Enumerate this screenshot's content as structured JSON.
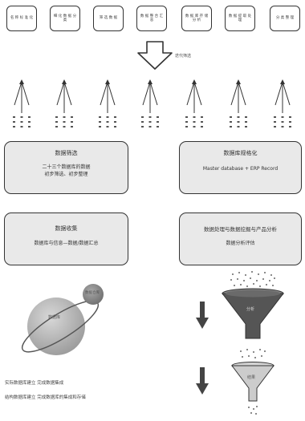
{
  "top_boxes": [
    {
      "label": "名 称 标 准 化"
    },
    {
      "label": "细 化 数 据 分 类"
    },
    {
      "label": "筛 选 数 据"
    },
    {
      "label": "数 据 整 合 汇 总"
    },
    {
      "label": "数 据 库 存 储 分 析"
    },
    {
      "label": "数 据 提 取 处 理"
    },
    {
      "label": "分 类 整 理"
    }
  ],
  "arrow_label": "迭代筛选",
  "tree_leaf_text": "子 子 子 子 子 子 子 子 子",
  "boxes": {
    "left_top": {
      "title": "数据筛选",
      "line1": "二十三个数据库的数据",
      "line2": "初步筛选、初步整理"
    },
    "right_top": {
      "title": "数据库规格化",
      "line1": "Master database + ERP Record"
    },
    "left_bottom": {
      "title": "数据收集",
      "line1": "数据库与信息—数据/数据汇总"
    },
    "right_bottom": {
      "title": "数据处理与数据挖掘与产品分析",
      "line1": "数据分析评估"
    }
  },
  "planet": {
    "big_label": "数据库",
    "small_label": "数据仓库"
  },
  "legend": {
    "line1": "实际数据库建立 完成数据集成",
    "line2": "结构数据库建立 完成数据库的集成和存储"
  },
  "funnel": {
    "top_label": "分析",
    "bottom_label": "结果"
  },
  "colors": {
    "box_fill": "#e9e9e9",
    "funnel_dark": "#555555",
    "funnel_light": "#cccccc",
    "planet": "#b5b5b5",
    "moon": "#8a8a8a"
  }
}
